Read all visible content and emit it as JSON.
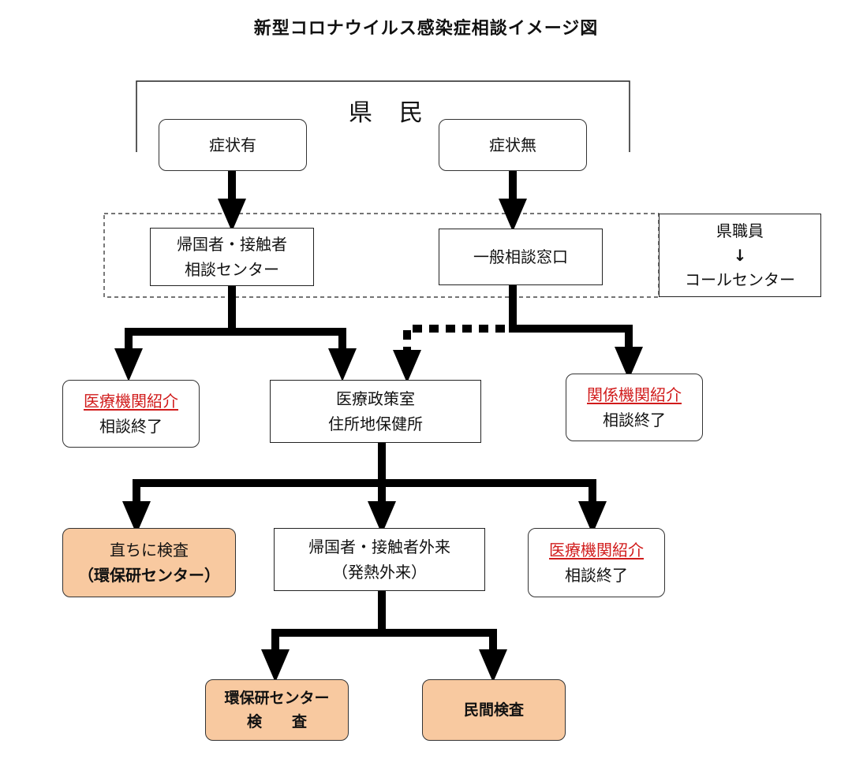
{
  "title": "新型コロナウイルス感染症相談イメージ図",
  "residents": {
    "label": "県　民",
    "symptomatic": "症状有",
    "asymptomatic": "症状無"
  },
  "returnee_center": {
    "line1": "帰国者・接触者",
    "line2": "相談センター"
  },
  "general_desk": "一般相談窓口",
  "call_center": {
    "line1": "県職員",
    "arrow": "↓",
    "line2": "コールセンター"
  },
  "medical_referral_left": {
    "line1": "医療機関紹介",
    "line2": "相談終了"
  },
  "health_office": {
    "line1": "医療政策室",
    "line2": "住所地保健所"
  },
  "related_referral": {
    "line1": "関係機関紹介",
    "line2": "相談終了"
  },
  "immediate_test": {
    "line1": "直ちに検査",
    "line2": "（環保研センター）"
  },
  "outpatient": {
    "line1": "帰国者・接触者外来",
    "line2": "（発熱外来）"
  },
  "medical_referral_right": {
    "line1": "医療機関紹介",
    "line2": "相談終了"
  },
  "env_center_test": {
    "line1": "環保研センター",
    "line2": "検　　査"
  },
  "private_test": "民間検査",
  "colors": {
    "accent_red": "#d11b1b",
    "test_fill": "#f8c9a0",
    "line": "#000000"
  }
}
